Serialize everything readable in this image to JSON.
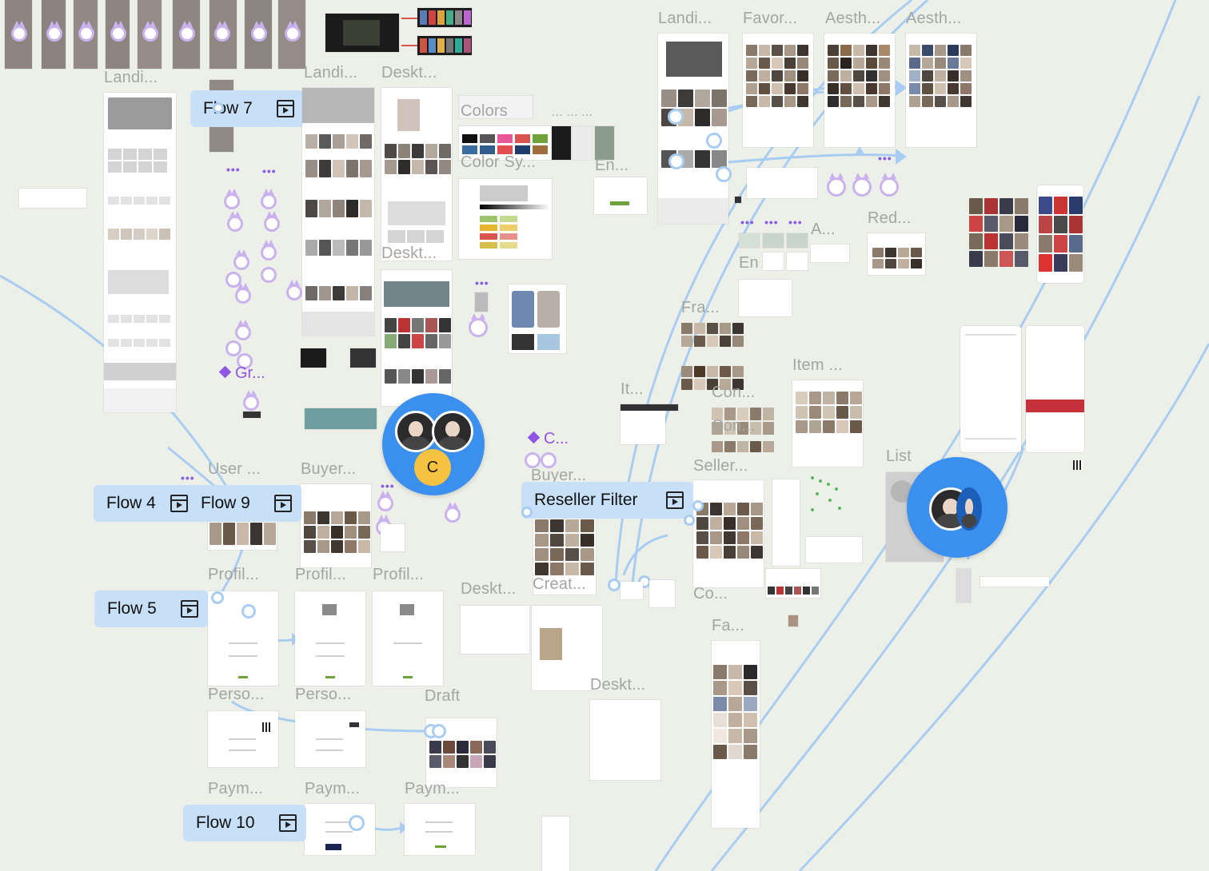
{
  "flows": [
    {
      "id": "flow-7",
      "label": "Flow 7"
    },
    {
      "id": "flow-4",
      "label": "Flow 4"
    },
    {
      "id": "flow-9",
      "label": "Flow 9"
    },
    {
      "id": "flow-5",
      "label": "Flow 5"
    },
    {
      "id": "flow-10",
      "label": "Flow 10"
    },
    {
      "id": "reseller-filter",
      "label": "Reseller Filter"
    }
  ],
  "frame_labels": {
    "landi_1": "Landi...",
    "landi_2": "Landi...",
    "deskt_1": "Deskt...",
    "colors": "Colors",
    "color_sy": "Color Sy...",
    "deskt_2": "Deskt...",
    "en_1": "En...",
    "landi_3": "Landi...",
    "favor": "Favor...",
    "aesth_1": "Aesth...",
    "aesth_2": "Aesth...",
    "red": "Red...",
    "a": "A...",
    "en_2": "En",
    "fra": "Fra...",
    "item": "Item ...",
    "it": "It...",
    "con": "Con...",
    "con_2": "Con...",
    "seller": "Seller...",
    "list": "List",
    "user": "User ...",
    "buyer_1": "Buyer...",
    "buyer_2": "Buyer...",
    "profil_1": "Profil...",
    "profil_2": "Profil...",
    "profil_3": "Profil...",
    "deskt_3": "Deskt...",
    "creat": "Creat...",
    "co": "Co...",
    "fa": "Fa...",
    "deskt_4": "Deskt...",
    "perso_1": "Perso...",
    "perso_2": "Perso...",
    "draft": "Draft",
    "paym_1": "Paym...",
    "paym_2": "Paym...",
    "paym_3": "Paym...",
    "ellipsis": "... ... ..."
  },
  "components": {
    "gr": "Gr...",
    "c": "C..."
  },
  "collaborators": {
    "initial": "C"
  },
  "colors": {
    "canvas": "#ecf0e8",
    "flow_pill": "#c7dff7",
    "connector": "#a9cdf2",
    "hotspot": "#c9b2ee",
    "component": "#9155e6",
    "avatar_blue": "#3b8fee",
    "avatar_yellow": "#f5c242"
  }
}
